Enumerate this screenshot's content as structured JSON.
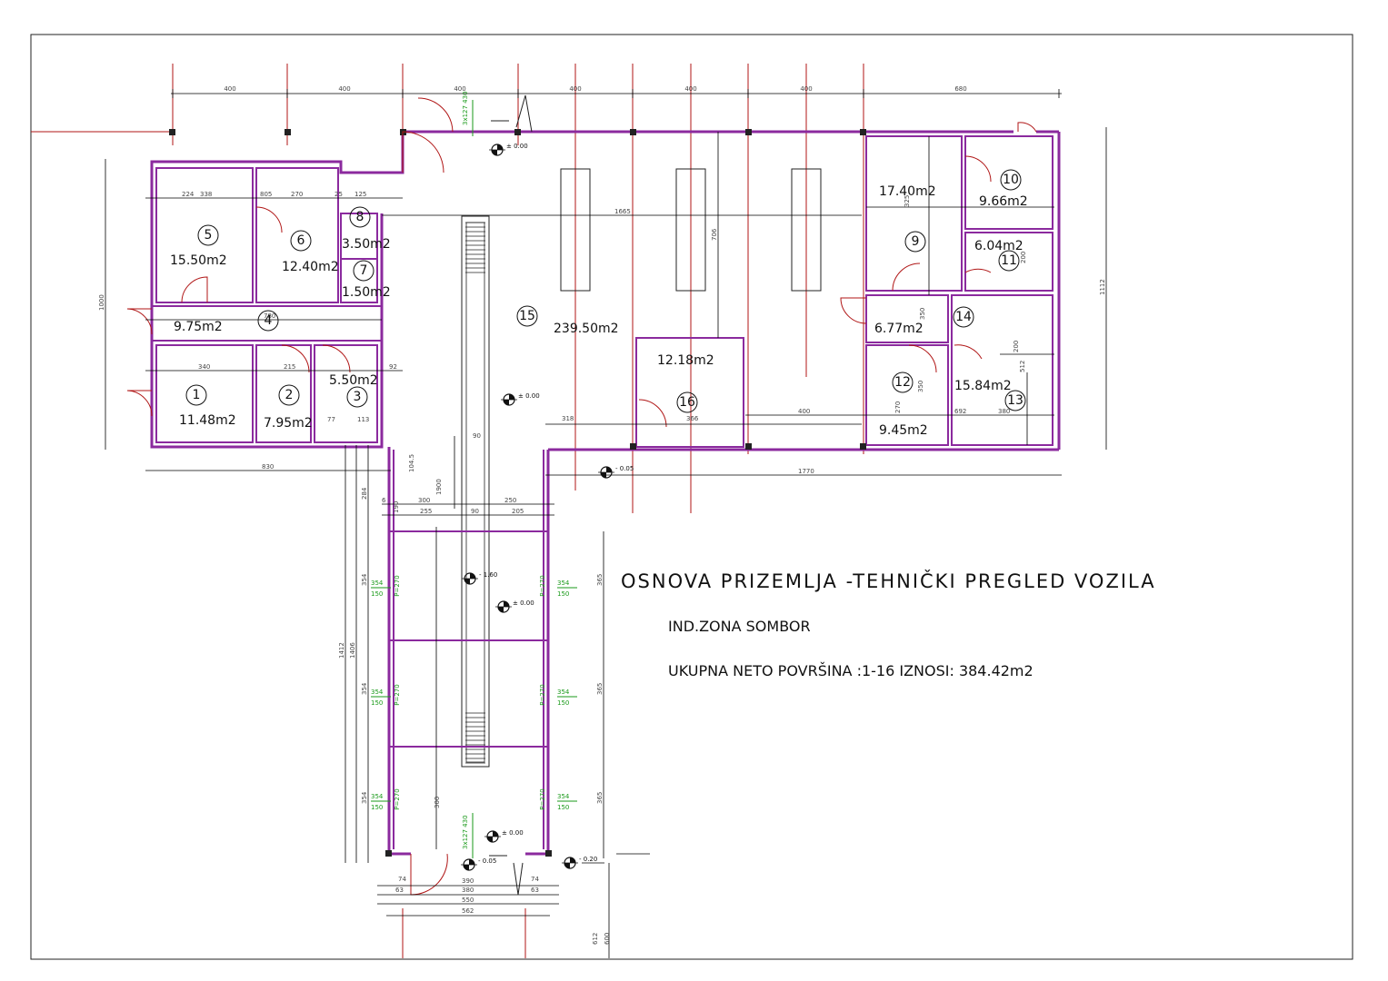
{
  "title": "OSNOVA PRIZEMLJA -TEHNIČKI PREGLED VOZILA",
  "location": "IND.ZONA SOMBOR",
  "total_area": "UKUPNA NETO POVRŠINA :1-16 IZNOSI: 384.42m2",
  "rooms": [
    {
      "num": "1",
      "area": "11.48m2"
    },
    {
      "num": "2",
      "area": "7.95m2"
    },
    {
      "num": "3",
      "area": "5.50m2"
    },
    {
      "num": "4",
      "area": "9.75m2"
    },
    {
      "num": "5",
      "area": "15.50m2"
    },
    {
      "num": "6",
      "area": "12.40m2"
    },
    {
      "num": "7",
      "area": "1.50m2"
    },
    {
      "num": "8",
      "area": "3.50m2"
    },
    {
      "num": "9",
      "area": "17.40m2"
    },
    {
      "num": "10",
      "area": "9.66m2"
    },
    {
      "num": "11",
      "area": "6.04m2"
    },
    {
      "num": "12",
      "area": "9.45m2"
    },
    {
      "num": "13",
      "area": "15.84m2"
    },
    {
      "num": "14",
      "area": "6.77m2"
    },
    {
      "num": "15",
      "area": "239.50m2"
    },
    {
      "num": "16",
      "area": "12.18m2"
    }
  ],
  "dimensions": {
    "top_spans": [
      "400",
      "400",
      "400",
      "400",
      "400",
      "400",
      "680"
    ],
    "top_right_overall": "1770",
    "left_overall": "830",
    "left_height": "1000",
    "right_height": "1112",
    "wing_length": "1900",
    "wing_height_outer": "1412",
    "wing_height_inner": "1406",
    "wing_bays": [
      "354",
      "354",
      "354"
    ],
    "wing_right_bays": [
      "365",
      "365",
      "365"
    ],
    "wing_bottom": [
      "390",
      "380",
      "550",
      "562"
    ],
    "wing_bottom_side": [
      "74",
      "63",
      "63",
      "74"
    ],
    "wing_top_row": [
      "300",
      "250",
      "255",
      "90",
      "205",
      "190",
      "6",
      "284",
      "104.5"
    ],
    "hall_inner": "1665",
    "hall_height": "706",
    "misc": [
      "224",
      "338",
      "805",
      "270",
      "25",
      "125",
      "340",
      "215",
      "92",
      "113",
      "77",
      "318",
      "400",
      "692",
      "380",
      "200",
      "512",
      "350",
      "325",
      "200",
      "300",
      "612",
      "600",
      "780",
      "90",
      "366",
      "270",
      "350"
    ]
  },
  "levels": [
    "± 0.00",
    "± 0.00",
    "- 0.05",
    "- 1.60",
    "± 0.00",
    "± 0.00",
    "- 0.05",
    "- 0.20"
  ],
  "windows": [
    "P=270",
    "P=270",
    "P=270",
    "P=270",
    "P=270",
    "P=270"
  ],
  "window_size": "354\n150",
  "stairs_label": "3x127\n430",
  "colors": {
    "walls": "#8b2a9e",
    "axes": "#b01616",
    "text": "#111111",
    "green": "#1a9a1a"
  }
}
